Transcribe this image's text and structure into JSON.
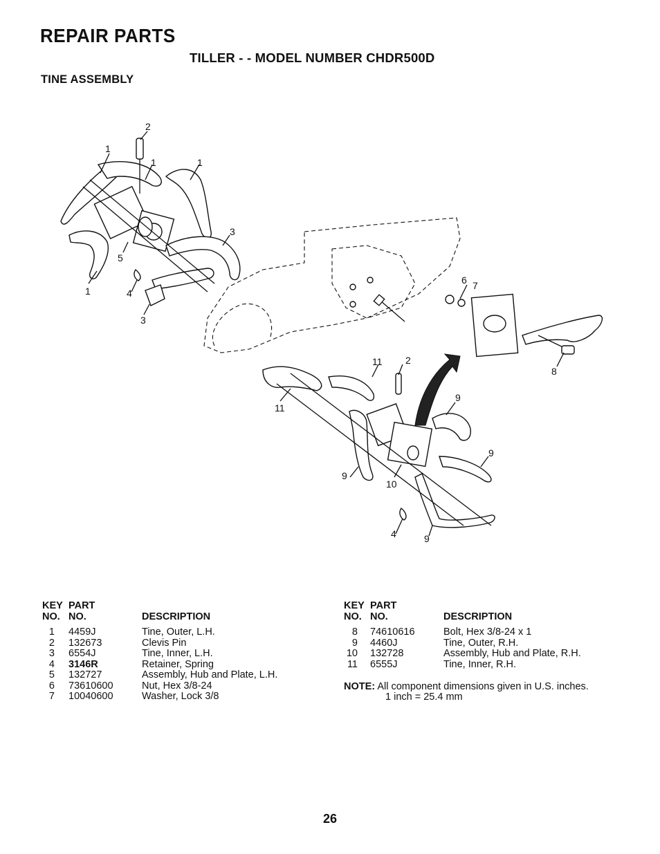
{
  "header": {
    "title": "REPAIR PARTS",
    "subtitle": "TILLER - - MODEL NUMBER CHDR500D",
    "section": "TINE ASSEMBLY"
  },
  "diagram": {
    "callouts": [
      "2",
      "1",
      "1",
      "1",
      "3",
      "5",
      "1",
      "4",
      "3",
      "6",
      "7",
      "8",
      "11",
      "2",
      "11",
      "9",
      "9",
      "9",
      "10",
      "4",
      "9"
    ]
  },
  "table_headers": {
    "key_top": "KEY",
    "part_top": "PART",
    "key_bottom": "NO.",
    "part_bottom": "NO.",
    "description": "DESCRIPTION"
  },
  "parts_left": [
    {
      "key": "1",
      "part": "4459J",
      "desc": "Tine, Outer, L.H."
    },
    {
      "key": "2",
      "part": "132673",
      "desc": "Clevis Pin"
    },
    {
      "key": "3",
      "part": "6554J",
      "desc": "Tine, Inner, L.H."
    },
    {
      "key": "4",
      "part": "3146R",
      "desc": "Retainer, Spring"
    },
    {
      "key": "5",
      "part": "132727",
      "desc": "Assembly, Hub and Plate, L.H."
    },
    {
      "key": "6",
      "part": "73610600",
      "desc": "Nut, Hex 3/8-24"
    },
    {
      "key": "7",
      "part": "10040600",
      "desc": "Washer, Lock 3/8"
    }
  ],
  "parts_right": [
    {
      "key": "8",
      "part": "74610616",
      "desc": "Bolt, Hex 3/8-24 x 1"
    },
    {
      "key": "9",
      "part": "4460J",
      "desc": "Tine, Outer, R.H."
    },
    {
      "key": "10",
      "part": "132728",
      "desc": "Assembly, Hub and Plate, R.H."
    },
    {
      "key": "11",
      "part": "6555J",
      "desc": "Tine, Inner, R.H."
    }
  ],
  "note": {
    "label": "NOTE:",
    "line1": "All component dimensions given in U.S. inches.",
    "line2": "1 inch = 25.4 mm"
  },
  "page_number": "26"
}
